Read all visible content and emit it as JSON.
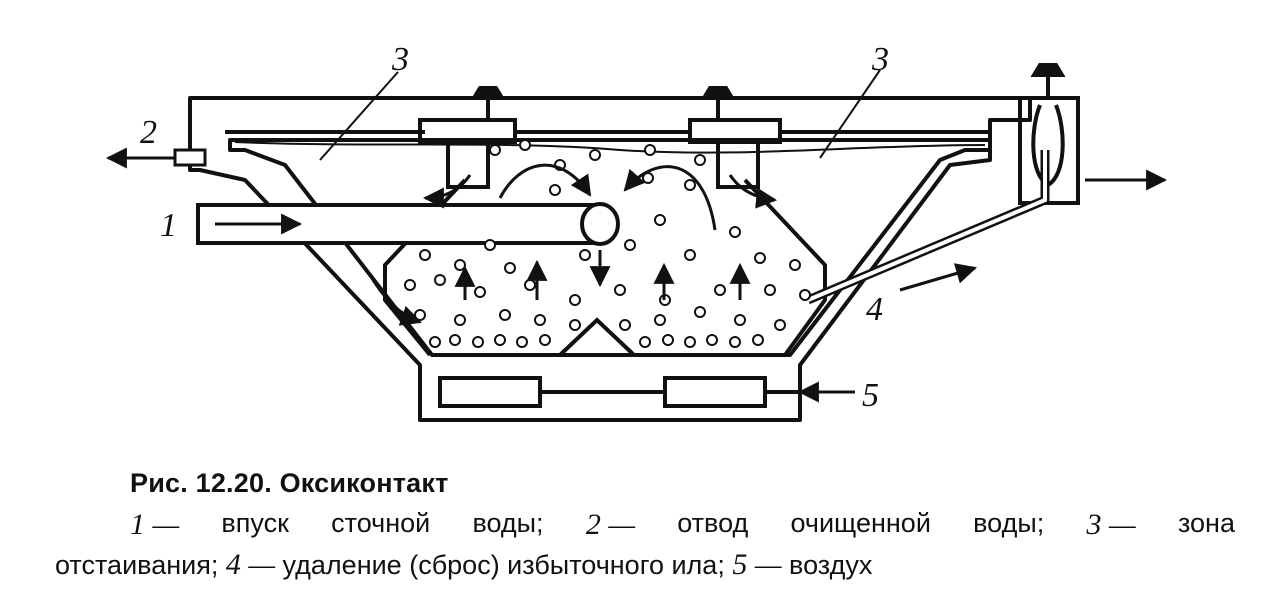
{
  "diagram": {
    "labels": {
      "l1": "1",
      "l2": "2",
      "l3a": "3",
      "l3b": "3",
      "l4": "4",
      "l5": "5"
    }
  },
  "caption": {
    "title": "Рис. 12.20. Оксиконтакт",
    "line1": {
      "n1": "1 —",
      "t1": "впуск",
      "t2": "сточной",
      "t3": "воды;",
      "n2": "2 —",
      "t4": "отвод",
      "t5": "очищенной",
      "t6": "воды;",
      "n3": "3 —",
      "t7": "зона"
    },
    "line2": {
      "t1": "отстаивания;",
      "n4": "4 —",
      "t2": "удаление (сброс) избыточного ила;",
      "n5": "5 —",
      "t3": "воздух"
    }
  }
}
